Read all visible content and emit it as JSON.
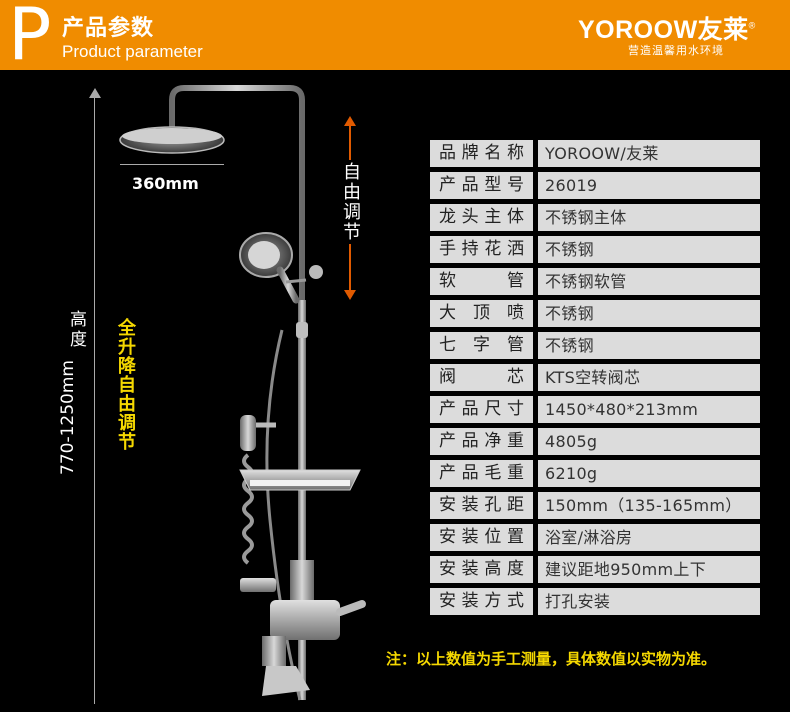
{
  "header": {
    "badge_letter": "P",
    "title": "产品参数",
    "subtitle": "Product parameter",
    "brand": "YOROOW友莱",
    "trademark": "®",
    "slogan": "营造温馨用水环境"
  },
  "annotations": {
    "head_size": "360mm",
    "adjust_vertical": "自由调节",
    "height_label": "高度",
    "height_range": "770-1250mm",
    "lift_label": "全升降自由调节"
  },
  "specs": [
    {
      "label": "品牌名称",
      "value": "YOROOW/友莱"
    },
    {
      "label": "产品型号",
      "value": "26019"
    },
    {
      "label": "龙头主体",
      "value": "不锈钢主体"
    },
    {
      "label": "手持花洒",
      "value": "不锈钢"
    },
    {
      "label": "软管",
      "value": "不锈钢软管"
    },
    {
      "label": "大顶喷",
      "value": "不锈钢"
    },
    {
      "label": "七字管",
      "value": "不锈钢"
    },
    {
      "label": "阀芯",
      "value": "KTS空转阀芯"
    },
    {
      "label": "产品尺寸",
      "value": "1450*480*213mm"
    },
    {
      "label": "产品净重",
      "value": "4805g"
    },
    {
      "label": "产品毛重",
      "value": "6210g"
    },
    {
      "label": "安装孔距",
      "value": "150mm（135-165mm）"
    },
    {
      "label": "安装位置",
      "value": "浴室/淋浴房"
    },
    {
      "label": "安装高度",
      "value": "建议距地950mm上下"
    },
    {
      "label": "安装方式",
      "value": "打孔安装"
    }
  ],
  "note": "注：以上数值为手工测量，具体数值以实物为准。",
  "colors": {
    "header": "#f08c00",
    "accent": "#f5d800",
    "arrow": "#e05a00",
    "cell": "#dcdcdc"
  }
}
